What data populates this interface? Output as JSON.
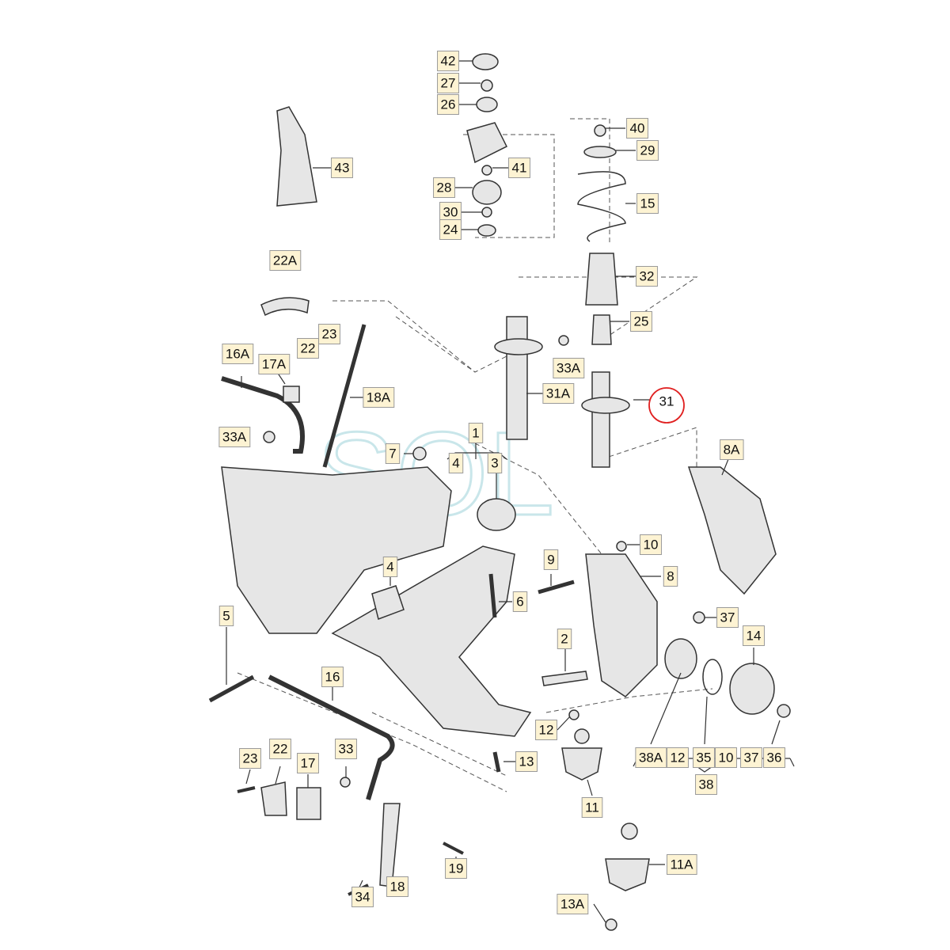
{
  "watermark": "SOL",
  "colors": {
    "label_bg": "#fdf3d3",
    "label_border": "#9a9a9a",
    "highlight": "#e02020",
    "part_fill": "#e6e6e6",
    "part_stroke": "#333333"
  },
  "labels": {
    "p42": "42",
    "p27": "27",
    "p26": "26",
    "p41": "41",
    "p28": "28",
    "p30": "30",
    "p24": "24",
    "p40": "40",
    "p29": "29",
    "p15": "15",
    "p32": "32",
    "p25": "25",
    "p31": "31",
    "p31a": "31A",
    "p33a_top": "33A",
    "p43": "43",
    "p22a": "22A",
    "p23_top": "23",
    "p22_top": "22",
    "p16a": "16A",
    "p17a": "17A",
    "p18a": "18A",
    "p33a_left": "33A",
    "p7": "7",
    "p1": "1",
    "p4_top": "4",
    "p3": "3",
    "p4": "4",
    "p5": "5",
    "p6": "6",
    "p9": "9",
    "p10_top": "10",
    "p8": "8",
    "p8a": "8A",
    "p37_top": "37",
    "p14": "14",
    "p2": "2",
    "p12_left": "12",
    "p13": "13",
    "p11": "11",
    "p11a": "11A",
    "p13a": "13A",
    "p16": "16",
    "p23_bottom": "23",
    "p22_bottom": "22",
    "p17": "17",
    "p33": "33",
    "p19": "19",
    "p18": "18",
    "p34": "34",
    "p38a": "38A",
    "p12": "12",
    "p35": "35",
    "p10": "10",
    "p37": "37",
    "p36": "36",
    "p38": "38"
  }
}
